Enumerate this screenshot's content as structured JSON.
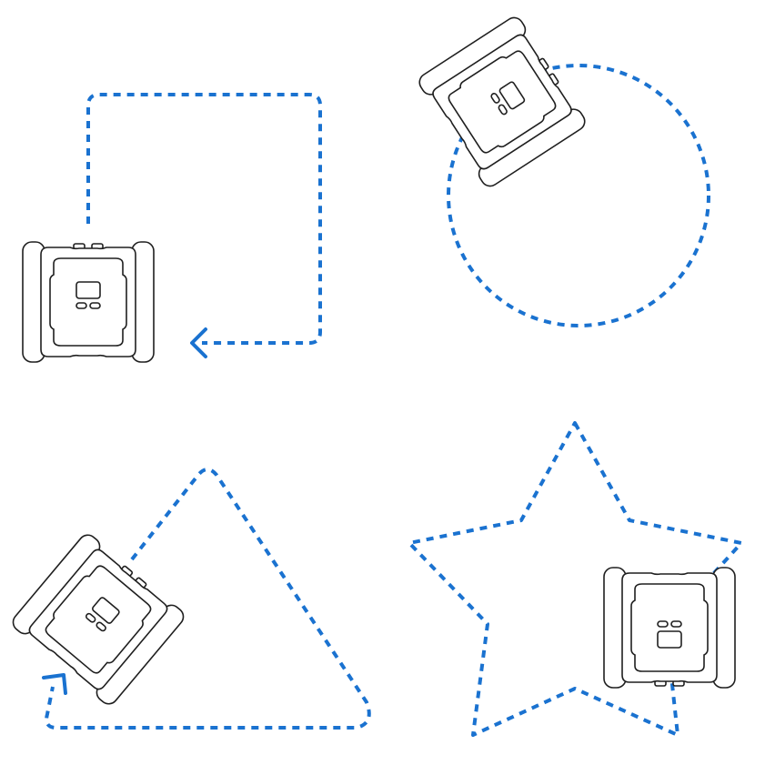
{
  "colors": {
    "path": "#1a72d0",
    "robot_outline": "#1f1f1f",
    "background": "#ffffff"
  },
  "paths": [
    {
      "shape": "square",
      "has_arrow": true
    },
    {
      "shape": "circle",
      "has_arrow": false
    },
    {
      "shape": "triangle",
      "has_arrow": true
    },
    {
      "shape": "star",
      "has_arrow": false
    }
  ],
  "icons": [
    "robot-icon",
    "arrowhead-icon"
  ]
}
